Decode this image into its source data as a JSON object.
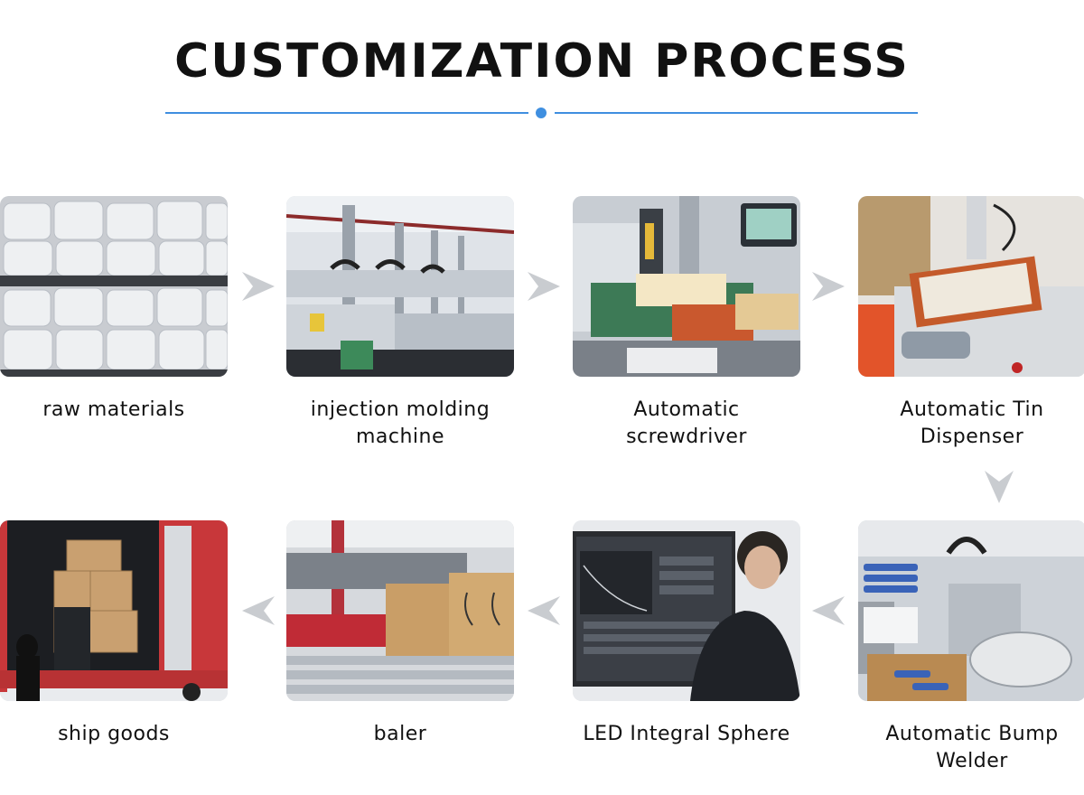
{
  "title": "CUSTOMIZATION PROCESS",
  "colors": {
    "accent": "#3f8fe0",
    "arrow": "#c9ccd0"
  },
  "steps": [
    {
      "label": "raw materials",
      "icon": "sacks-photo"
    },
    {
      "label": "injection molding machine",
      "icon": "machine-photo"
    },
    {
      "label": "Automatic screwdriver",
      "icon": "screwdriver-photo"
    },
    {
      "label": "Automatic Tin Dispenser",
      "icon": "dispenser-photo"
    },
    {
      "label": "Automatic Bump Welder",
      "icon": "welder-photo"
    },
    {
      "label": "LED Integral Sphere",
      "icon": "sphere-photo"
    },
    {
      "label": "baler",
      "icon": "baler-photo"
    },
    {
      "label": "ship goods",
      "icon": "truck-photo"
    }
  ]
}
